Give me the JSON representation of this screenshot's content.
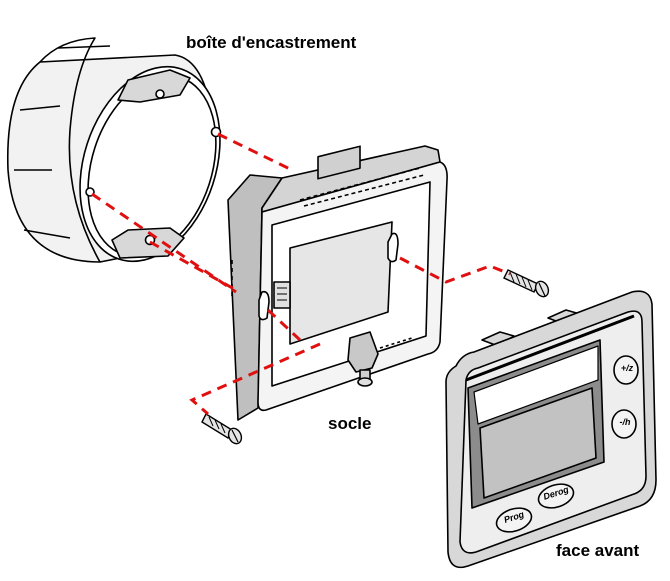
{
  "labels": {
    "mounting_box": "boîte d'encastrement",
    "base": "socle",
    "front_panel": "face avant"
  },
  "front_panel_buttons": {
    "prog": "Prog",
    "derog": "Derog",
    "plus_minus": "+/z",
    "minus_h": "-/h"
  },
  "colors": {
    "outline": "#000000",
    "fill_light": "#f0f0f0",
    "fill_mid": "#d4d4d4",
    "fill_dark": "#8c8c8c",
    "leader_line": "#e01010"
  }
}
